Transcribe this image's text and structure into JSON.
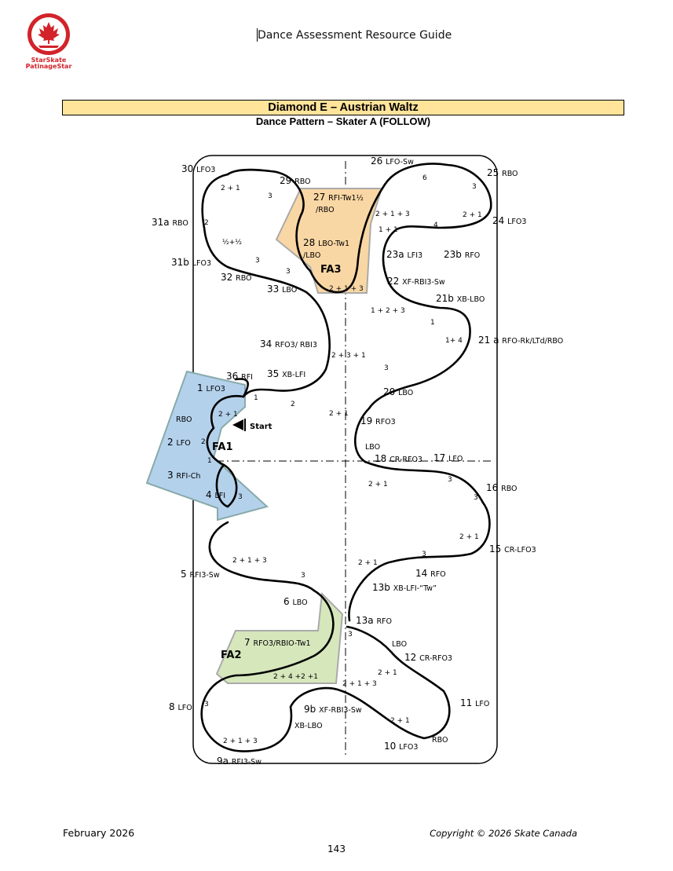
{
  "header": {
    "brand_line1": "StarSkate",
    "brand_line2": "PatinageStar",
    "title": "Dance Assessment Resource Guide"
  },
  "dance": {
    "title": "Diamond E – Austrian Waltz",
    "subtitle": "Dance Pattern – Skater A (FOLLOW)"
  },
  "pattern": {
    "areas": {
      "fa1": "FA1",
      "fa2": "FA2",
      "fa3": "FA3"
    },
    "start_label": "Start",
    "colors": {
      "fa1": "#B4D1EC",
      "fa2": "#D6E7BC",
      "fa3": "#F9D7A4",
      "title_fill": "#FFE49A",
      "logo_red": "#D2232A"
    },
    "steps": {
      "s1": [
        "1",
        "LFO3"
      ],
      "s2": [
        "2",
        "LFO"
      ],
      "s3": [
        "3",
        "RFI-Ch"
      ],
      "s4": [
        "4",
        "LFI"
      ],
      "s5": [
        "5",
        "RFI3-Sw"
      ],
      "s6": [
        "6",
        "LBO"
      ],
      "s7": [
        "7",
        "RFO3/RBIO-Tw1"
      ],
      "s8": [
        "8",
        "LFO"
      ],
      "s9a": [
        "9a",
        "RFI3-Sw"
      ],
      "s9b": [
        "9b",
        "XF-RBI3-Sw"
      ],
      "s10": [
        "10",
        "LFO3"
      ],
      "s11": [
        "11",
        "LFO"
      ],
      "s12": [
        "12",
        "CR-RFO3"
      ],
      "s13a": [
        "13a",
        "RFO"
      ],
      "s13b": [
        "13b",
        "XB-LFI-“Tw”"
      ],
      "s14": [
        "14",
        "RFO"
      ],
      "s15": [
        "15",
        "CR-LFO3"
      ],
      "s16": [
        "16",
        "RBO"
      ],
      "s17": [
        "17",
        "LFO"
      ],
      "s18": [
        "18",
        "CR-RFO3"
      ],
      "s19": [
        "19",
        "RFO3"
      ],
      "s20": [
        "20",
        "LBO"
      ],
      "s21a": [
        "21 a",
        "RFO-Rk/LTd/RBO"
      ],
      "s21b": [
        "21b",
        "XB-LBO"
      ],
      "s22": [
        "22",
        "XF-RBI3-Sw"
      ],
      "s23a": [
        "23a",
        "LFI3"
      ],
      "s23b": [
        "23b",
        "RFO"
      ],
      "s24": [
        "24",
        "LFO3"
      ],
      "s25": [
        "25",
        "RBO"
      ],
      "s26": [
        "26",
        "LFO-Sw"
      ],
      "s27a": [
        "27",
        "RFI-Tw1½"
      ],
      "s27b": "/RBO",
      "s28a": [
        "28",
        "LBO-Tw1"
      ],
      "s28b": "/LBO",
      "s29": [
        "29",
        "RBO"
      ],
      "s30": [
        "30",
        "LFO3"
      ],
      "s31a": [
        "31a",
        "RBO"
      ],
      "s31b": [
        "31b",
        "LFO3"
      ],
      "s32": [
        "32",
        "RBO"
      ],
      "s33": [
        "33",
        "LBO"
      ],
      "s34": [
        "34",
        "RFO3/ RBI3"
      ],
      "s35": [
        "35",
        "XB-LFI"
      ],
      "s36": [
        "36",
        "RFI"
      ]
    },
    "extra_labels": {
      "rbo_fa1": "RBO",
      "lbo_19": "LBO",
      "lbo_12": "LBO",
      "rbo_10": "RBO",
      "xblbo_9b": "XB-LBO"
    },
    "beats": {
      "b1": "2 + 1",
      "b2": "3",
      "b3": "2",
      "b4": "½+½",
      "b5": "3",
      "b6": "3",
      "b7": "6",
      "b8": "3",
      "b9": "2 + 1",
      "b10": "2 + 1 + 3",
      "b11": "1 + 1",
      "b12": "4",
      "b13": "2 + 1 + 3",
      "b14": "1 + 2 + 3",
      "b15": "1",
      "b16": "1+ 4",
      "b17": "2 + 3 + 1",
      "b18": "3",
      "b19": "2 + 1",
      "b20": "1",
      "b21": "2",
      "b22": "2 + 1",
      "b23": "2",
      "b24": "1",
      "b25": "3",
      "b26": "2 + 1",
      "b27": "3",
      "b28": "3",
      "b29": "2 + 1",
      "b30": "2 + 1 + 3",
      "b31": "3",
      "b32": "2 + 1",
      "b33": "3",
      "b34": "2 + 4 +2 +1",
      "b35": "3",
      "b36": "2 + 1",
      "b37": "2 + 1 + 3",
      "b38": "3",
      "b39": "2 + 1",
      "b40": "2 + 1 + 3"
    }
  },
  "footer": {
    "date": "February 2026",
    "copyright": "Copyright © 2026 Skate Canada",
    "page": "143"
  }
}
